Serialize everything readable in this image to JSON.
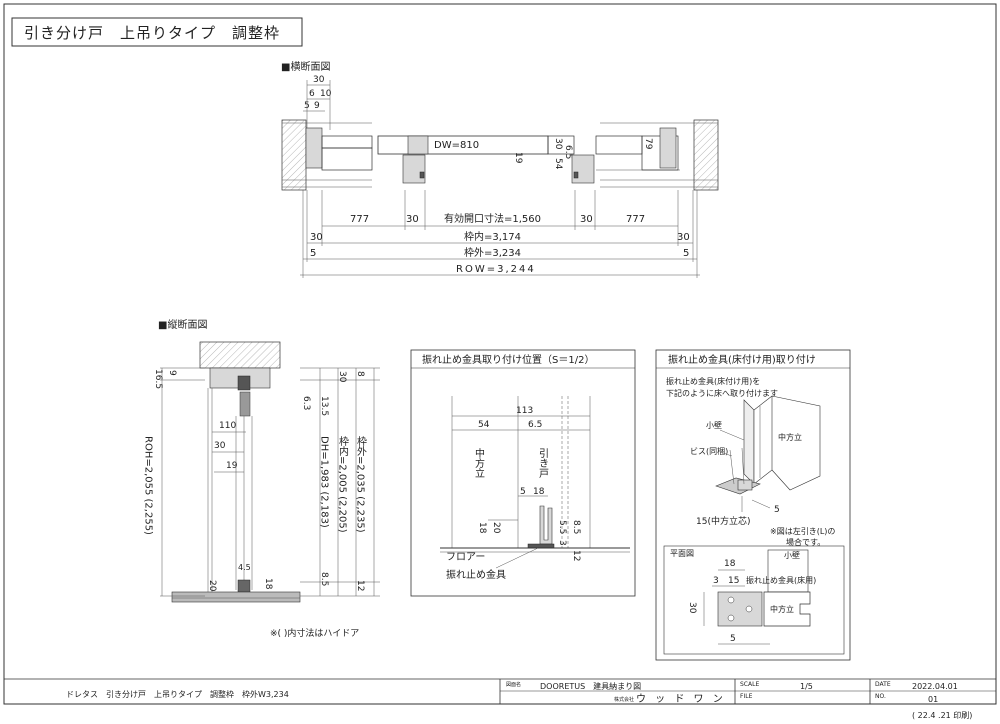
{
  "title": "引き分け戸　上吊りタイプ　調整枠",
  "sections": {
    "horizontal": "■横断面図",
    "vertical": "■縦断面図",
    "detail": "振れ止め金具取り付け位置（S＝1/2）",
    "floor_mount": "振れ止め金具(床付け用)取り付け"
  },
  "horizontal": {
    "top_dims": [
      "30",
      "6",
      "10",
      "5",
      "9"
    ],
    "dw": "DW=810",
    "small_dims": [
      "19",
      "30",
      "6.5",
      "54",
      "79"
    ],
    "row1": [
      "777",
      "30",
      "有効開口寸法=1,560",
      "30",
      "777"
    ],
    "row2": [
      "30",
      "枠内=3,174",
      "30"
    ],
    "row3": [
      "5",
      "枠外=3,234",
      "5"
    ],
    "row4": "ROW=3,244"
  },
  "vertical": {
    "left_dims": [
      "16.5",
      "9"
    ],
    "roh": "ROH=2,055 (2,255)",
    "inner_dims": [
      "110",
      "30",
      "19",
      "4.5",
      "20",
      "18"
    ],
    "right_small": [
      "6.3",
      "13.5",
      "30",
      "8",
      "8.5",
      "12"
    ],
    "dh": "DH=1,983 (2,183)",
    "waku_nai": "枠内=2,005 (2,205)",
    "waku_gai": "枠外=2,035 (2,235)",
    "note": "※( )内寸法はハイドア"
  },
  "detail": {
    "dims": [
      "113",
      "54",
      "6.5",
      "5",
      "18",
      "18",
      "20",
      "5.5",
      "8.5",
      "3",
      "12"
    ],
    "label_post": "中方立",
    "label_door": "引き戸",
    "label_floor": "フロアー",
    "label_bracket": "振れ止め金具"
  },
  "floor_mount": {
    "instruction_1": "振れ止め金具(床付け用)を",
    "instruction_2": "下記のように床へ取り付けます",
    "label_wall": "小壁",
    "label_screw": "ビス(同梱)",
    "label_post": "中方立",
    "dim_5": "5",
    "center_label": "15(中方立芯)",
    "note_1": "※図は左引き(L)の",
    "note_2": "場合です。",
    "plan_title": "平面図",
    "plan_dims": [
      "18",
      "3",
      "15",
      "30",
      "5"
    ],
    "plan_wall": "小壁",
    "plan_bracket": "振れ止め金具(床用)",
    "plan_post": "中方立"
  },
  "titleblock": {
    "description": "ドレタス　引き分け戸　上吊りタイプ　調整枠　枠外W3,234",
    "label_name": "図面名",
    "name": "DOORETUS　建具納まり図",
    "label_company": "株式会社",
    "company": "ウ ッ ド ワ ン",
    "label_scale": "SCALE",
    "scale": "1/5",
    "label_file": "FILE",
    "label_date": "DATE",
    "date": "2022.04.01",
    "label_no": "NO.",
    "no": "01",
    "print_date": "( 22.4 .21 印刷)"
  }
}
